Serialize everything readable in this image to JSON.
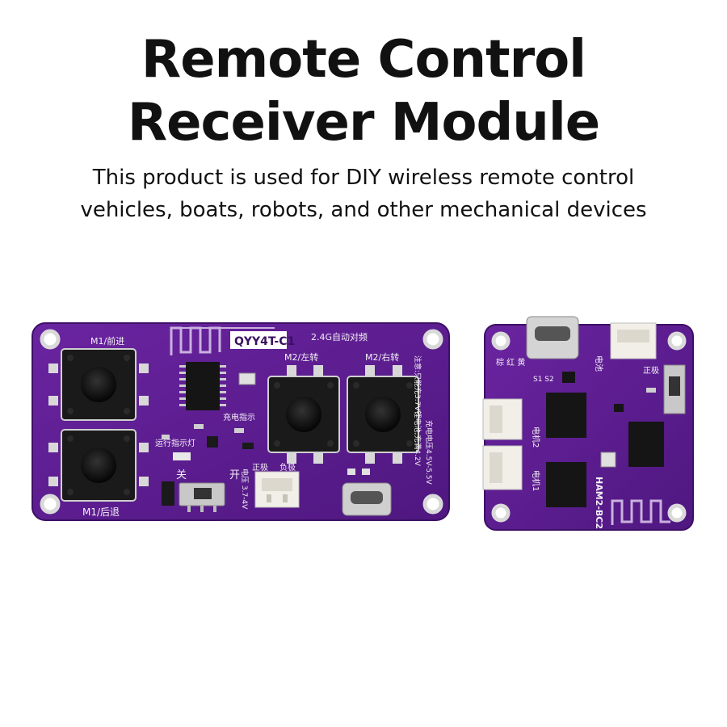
{
  "heading": {
    "line1": "Remote Control",
    "line2": "Receiver Module"
  },
  "description": {
    "line1": "This product is used for DIY wireless remote control",
    "line2": "vehicles, boats, robots, and other mechanical devices"
  },
  "left_board": {
    "model": "QYY4T-C1",
    "pairing": "2.4G自动对频",
    "m1_forward": "M1/前进",
    "m1_back": "M1/后退",
    "m2_left": "M2/左转",
    "m2_right": "M2/右转",
    "charge_indicator": "充电指示",
    "run_indicator": "运行指示灯",
    "switch_off": "关",
    "switch_on": "开",
    "positive": "正极",
    "negative": "负极",
    "battery": "电压 3.7-4V",
    "charge_note_1": "充电电压4.5V-5.5V",
    "charge_note_2": "注意:只能充3.7V锂电池,充满4.2V"
  },
  "right_board": {
    "model": "HAM2-BC2",
    "wire_colors": "棕 红 黄",
    "s1s2": "S1 S2",
    "battery": "电池",
    "positive": "正极",
    "motor2": "电机2",
    "motor1": "电机1"
  },
  "colors": {
    "pcb": "#5b1c8c",
    "pcb_edge": "#3e0f66",
    "silkscreen": "#f4f0f6"
  }
}
